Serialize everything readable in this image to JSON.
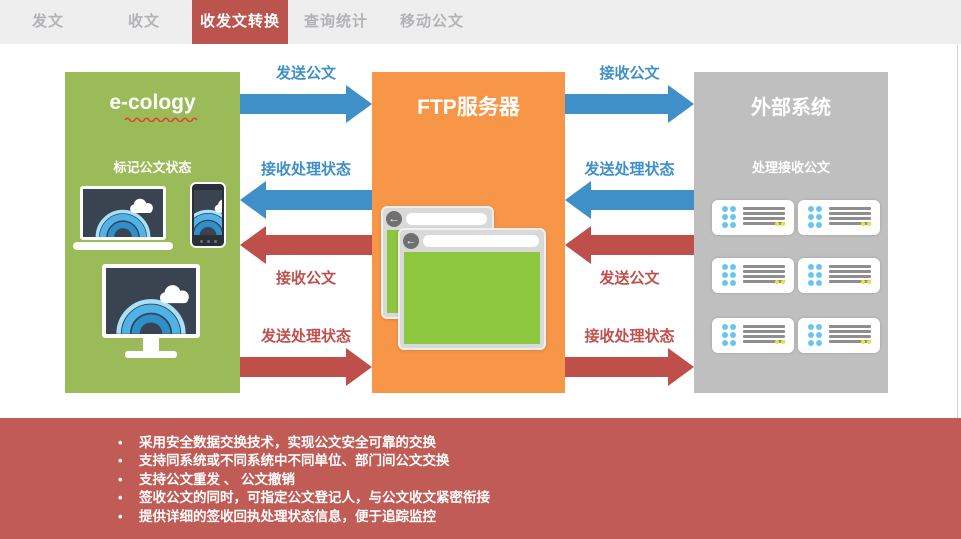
{
  "tabbar": {
    "tabs": [
      {
        "label": "发文"
      },
      {
        "label": "收文"
      },
      {
        "label": "收发文转换"
      },
      {
        "label": "查询统计"
      },
      {
        "label": "移动公文"
      }
    ],
    "active_index": 2
  },
  "diagram": {
    "ecology": {
      "title": "e-cology",
      "subtitle": "标记公文状态"
    },
    "ftp": {
      "title": "FTP服务器"
    },
    "external": {
      "title": "外部系统",
      "subtitle": "处理接收公文"
    },
    "flows_left": [
      {
        "label": "发送公文",
        "direction": "right",
        "color": "blue"
      },
      {
        "label": "接收处理状态",
        "direction": "left",
        "color": "blue"
      },
      {
        "label": "接收公文",
        "direction": "left",
        "color": "red"
      },
      {
        "label": "发送处理状态",
        "direction": "right",
        "color": "red"
      }
    ],
    "flows_right": [
      {
        "label": "接收公文",
        "direction": "right",
        "color": "blue"
      },
      {
        "label": "发送处理状态",
        "direction": "left",
        "color": "blue"
      },
      {
        "label": "发送公文",
        "direction": "left",
        "color": "red"
      },
      {
        "label": "接收处理状态",
        "direction": "right",
        "color": "red"
      }
    ]
  },
  "icons": {
    "back": "←"
  },
  "features": {
    "bullets": [
      "采用安全数据交换技术，实现公文安全可靠的交换",
      "支持同系统或不同系统中不同单位、部门间公文交换",
      "支持公文重发 、 公文撤销",
      "签收公文的同时，可指定公文登记人，与公文收文紧密衔接",
      "提供详细的签收回执处理状态信息，便于追踪监控"
    ]
  },
  "colors": {
    "accent_red": "#C0504D",
    "band_red": "#C05B55",
    "blue": "#3F8FC9",
    "green": "#9BBB59",
    "orange": "#F79646",
    "gray": "#BFBFBF"
  }
}
